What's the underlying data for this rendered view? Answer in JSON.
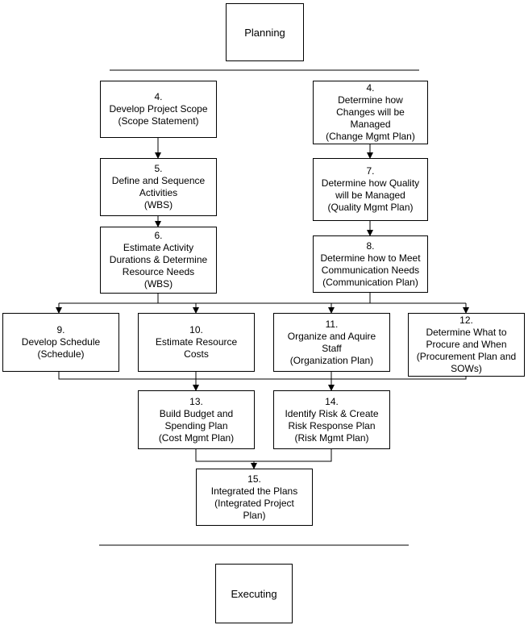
{
  "phases": {
    "top": "Planning",
    "bottom": "Executing"
  },
  "steps": {
    "scope": [
      "4.",
      "Develop Project Scope",
      "(Scope Statement)"
    ],
    "change": [
      "4.",
      "Determine how",
      "Changes will be",
      "Managed",
      "(Change Mgmt Plan)"
    ],
    "define": [
      "5.",
      "Define and Sequence",
      "Activities",
      "(WBS)"
    ],
    "quality": [
      "7.",
      "Determine how Quality",
      "will be Managed",
      "(Quality Mgmt Plan)"
    ],
    "estimate_durations": [
      "6.",
      "Estimate Activity",
      "Durations & Determine",
      "Resource Needs",
      "(WBS)"
    ],
    "communication": [
      "8.",
      "Determine how to Meet",
      "Communication Needs",
      "(Communication Plan)"
    ],
    "schedule": [
      "9.",
      "Develop Schedule",
      "(Schedule)"
    ],
    "resource_costs": [
      "10.",
      "Estimate Resource",
      "Costs"
    ],
    "staff": [
      "11.",
      "Organize and Aquire",
      "Staff",
      "(Organization Plan)"
    ],
    "procure": [
      "12.",
      "Determine What to",
      "Procure and When",
      "(Procurement Plan and",
      "SOWs)"
    ],
    "budget": [
      "13.",
      "Build Budget and",
      "Spending Plan",
      "(Cost Mgmt Plan)"
    ],
    "risk": [
      "14.",
      "Identify Risk & Create",
      "Risk Response Plan",
      "(Risk Mgmt Plan)"
    ],
    "integrate": [
      "15.",
      "Integrated the Plans",
      "(Integrated Project",
      "Plan)"
    ]
  }
}
